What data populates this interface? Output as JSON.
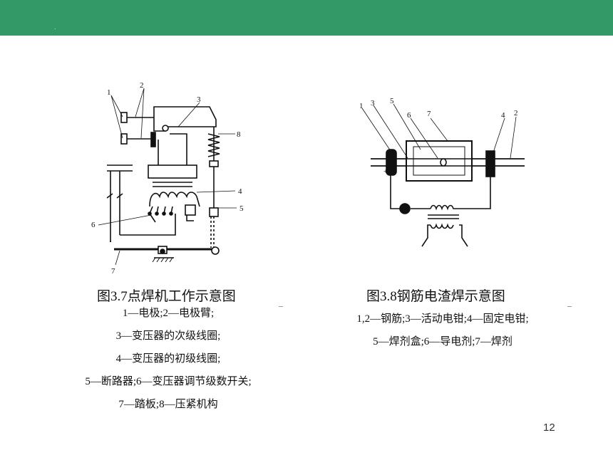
{
  "slide": {
    "header_color": "#339966",
    "header_mark": ".",
    "page_number": "12"
  },
  "figure1": {
    "caption": "图3.7点焊机工作示意图",
    "legend": [
      "1—电极;2—电极臂;",
      "3—变压器的次级线圈;",
      "4—变压器的初级线圈;",
      "5—断路器;6—变压器调节级数开关;",
      "7—踏板;8—压紧机构"
    ],
    "labels": {
      "l1": "1",
      "l2": "2",
      "l3": "3",
      "l4": "4",
      "l5": "5",
      "l6": "6",
      "l7": "7",
      "l8": "8"
    }
  },
  "figure2": {
    "caption": "图3.8钢筋电渣焊示意图",
    "legend": [
      "1,2—钢筋;3—活动电钳;4—固定电钳;",
      "5—焊剂盒;6—导电剂;7—焊剂"
    ],
    "labels": {
      "l1": "1",
      "l3": "3",
      "l5": "5",
      "l6": "6",
      "l7": "7",
      "l4": "4",
      "l2": "2",
      "plus": "+"
    }
  }
}
